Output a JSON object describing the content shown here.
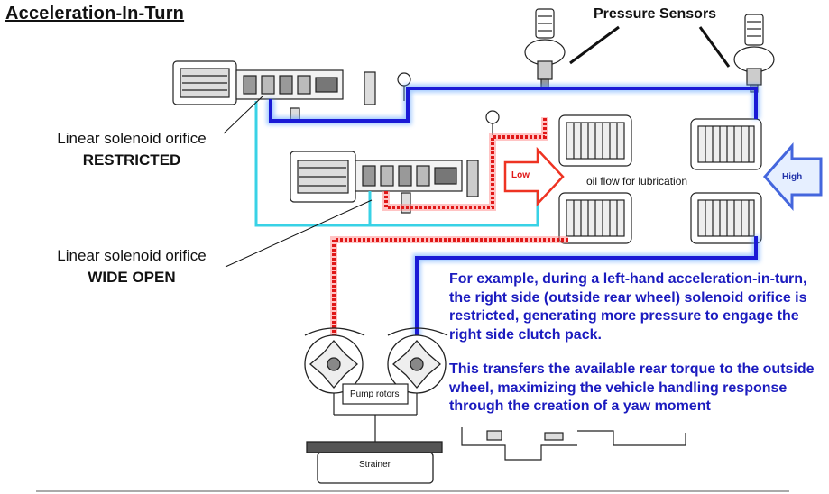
{
  "title": "Acceleration-In-Turn",
  "pressure_sensors_label": "Pressure Sensors",
  "solenoid_restricted": {
    "label": "Linear solenoid orifice",
    "state": "RESTRICTED"
  },
  "solenoid_open": {
    "label": "Linear solenoid orifice",
    "state": "WIDE OPEN"
  },
  "flow_low_label": "Low",
  "flow_high_label": "High",
  "lubrication_label": "oil flow for lubrication",
  "pump_rotors_label": "Pump rotors",
  "strainer_label": "Strainer",
  "explanation": {
    "paragraph1": "For example, during a left-hand acceleration-in-turn, the right side (outside rear wheel) solenoid orifice is restricted, generating more pressure to engage the right side clutch pack.",
    "paragraph2": "This transfers the available rear torque to the outside wheel, maximizing the vehicle handling response through the creation of a yaw moment"
  },
  "colors": {
    "high_pressure_line": "#1a1ad6",
    "low_pressure_line": "#e01818",
    "return_line": "#38d2e6",
    "text_explanation": "#1b1bbf",
    "high_arrow_fill": "#4466dd",
    "low_arrow_fill": "#ee3322"
  }
}
